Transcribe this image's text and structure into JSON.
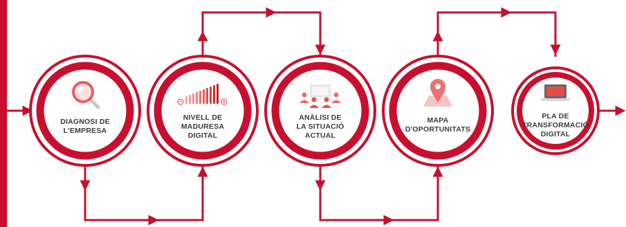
{
  "colors": {
    "accent": "#c8102e",
    "accent_light": "#ef6f6f",
    "icon_gray": "#d4d4d4",
    "text": "#3b3b3b",
    "background": "#ffffff"
  },
  "steps": [
    {
      "id": "diagnosi",
      "icon": "magnifier-icon",
      "lines": [
        "DIAGNOSI DE",
        "L'EMPRESA"
      ]
    },
    {
      "id": "nivell",
      "icon": "maturity-bars-icon",
      "lines": [
        "NIVELL DE",
        "MADURESA",
        "DIGITAL"
      ]
    },
    {
      "id": "analisi",
      "icon": "presentation-group-icon",
      "lines": [
        "ANÀLISI DE",
        "LA SITUACIÓ",
        "ACTUAL"
      ]
    },
    {
      "id": "mapa",
      "icon": "map-pin-icon",
      "lines": [
        "MAPA",
        "D'OPORTUNITATS"
      ]
    },
    {
      "id": "pla",
      "icon": "laptop-icon",
      "lines": [
        "PLA DE",
        "TRANSFORMACIÓ",
        "DIGITAL"
      ]
    }
  ]
}
